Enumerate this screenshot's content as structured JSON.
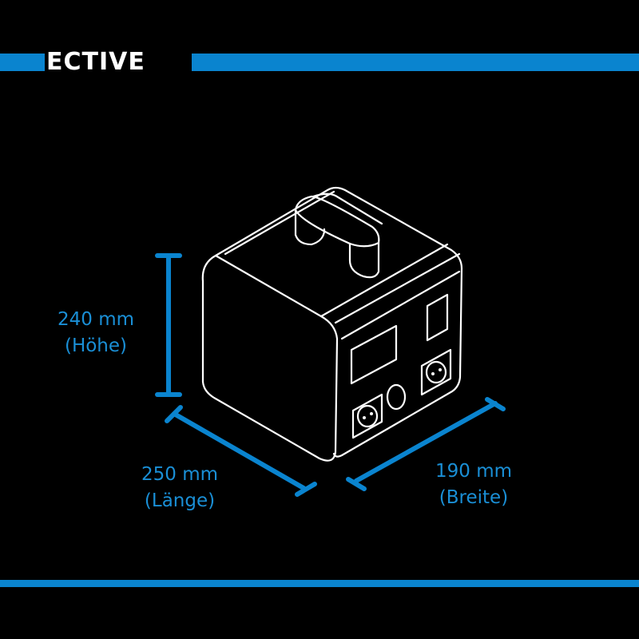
{
  "brand": {
    "name": "ECTIVE",
    "accent_color": "#0a84cf"
  },
  "dimensions": {
    "height": {
      "value": "240 mm",
      "label": "(Höhe)"
    },
    "length": {
      "value": "250 mm",
      "label": "(Länge)"
    },
    "width": {
      "value": "190 mm",
      "label": "(Breite)"
    }
  },
  "illustration": {
    "subject": "portable power station",
    "outlets": 2,
    "display": 1,
    "button": 1,
    "switch": 1
  }
}
